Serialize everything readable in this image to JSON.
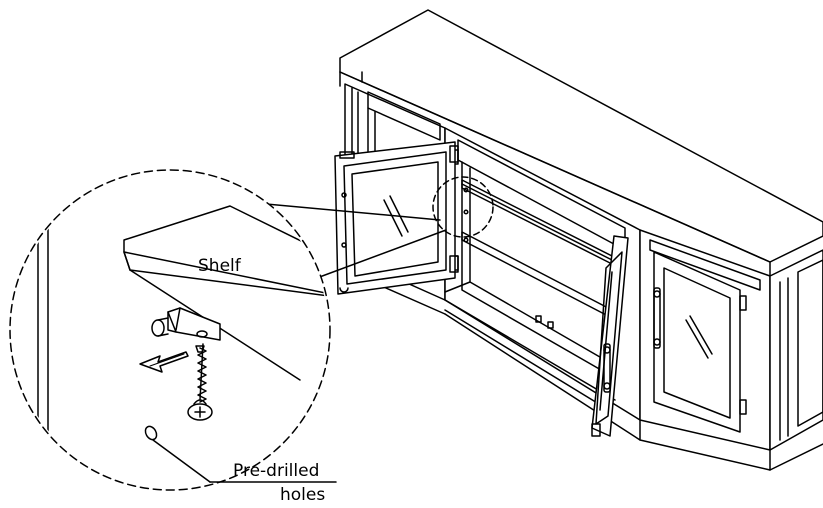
{
  "labels": {
    "shelf": "Shelf",
    "holes_line1": "Pre-drilled",
    "holes_line2": "holes"
  },
  "colors": {
    "ink": "#000000",
    "paper": "#ffffff",
    "glass_hatch": "#000000"
  },
  "parts": {
    "cabinet": "tv-console-cabinet",
    "detail_view": "shelf-support-detail",
    "screw": "screw-icon",
    "bracket": "shelf-pin-bracket",
    "arrow": "direction-arrow-icon"
  }
}
